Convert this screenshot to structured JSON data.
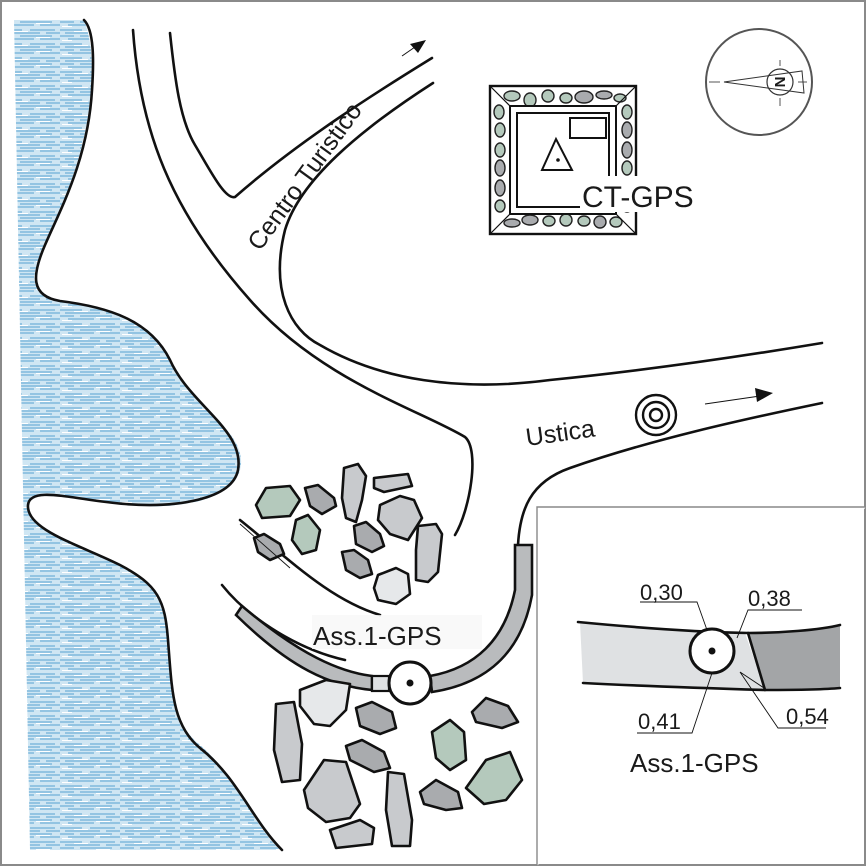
{
  "map": {
    "labels": {
      "centro_turistico": "Centro Turistico",
      "ustica": "Ustica",
      "ct_gps": "CT-GPS",
      "ass1_gps_main": "Ass.1-GPS",
      "ass1_gps_inset": "Ass.1-GPS"
    },
    "compass": {
      "north_letter": "N"
    },
    "inset": {
      "measurements": [
        "0,30",
        "0,38",
        "0,41",
        "0,54"
      ]
    },
    "colors": {
      "water": "#8fc3e0",
      "water_light": "#d4e9f5",
      "rock_gray": "#c8cacd",
      "rock_dark": "#a9abae",
      "rock_green": "#b4c9bc",
      "rock_light": "#e6e8ea",
      "wall_gray": "#b9bbbd",
      "wall_dark": "#a3a5a7",
      "wall_light": "#dfe1e3",
      "frame": "#888888"
    }
  }
}
